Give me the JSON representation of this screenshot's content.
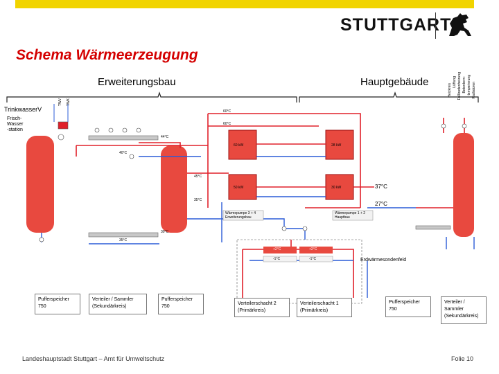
{
  "header": {
    "logo_text": "STUTTGART",
    "title": "Schema Wärmeerzeugung"
  },
  "sections": {
    "left": "Erweiterungsbau",
    "right": "Hauptgebäude"
  },
  "labels": {
    "trinkwasser": "TrinkwasserV",
    "frischwasser": [
      "Frisch-",
      "Wasser",
      "-station"
    ],
    "temp_37": "37°C",
    "temp_27": "27°C",
    "erdwaerme": "Erdwärmesondenfeld",
    "hp_left": [
      "Wärmepumpe 3 + 4",
      "Erweiterungsbau"
    ],
    "hp_right": [
      "Wärmepumpe 1 + 2",
      "Hauptbau"
    ],
    "kw_60": "60 kW",
    "kw_28": "28 kW",
    "kw_50": "50 kW",
    "kw_30": "30 kW",
    "t_60a": "60°C",
    "t_60b": "60°C",
    "t_44": "44°C",
    "t_40": "40°C",
    "t_45": "45°C",
    "t_35": "35°C",
    "t_30": "30°C",
    "t_35b": "35°C",
    "t_p2a": "+2°C",
    "t_p2b": "+2°C",
    "t_m1a": "-1°C",
    "t_m1b": "-1°C",
    "twv": "TWV",
    "twk": "TWK",
    "right_vertical": [
      "Heizkreis",
      "Lüftung",
      "Fußbodenheizung",
      "Betonkern-",
      "temperierung",
      "Radiatoren"
    ]
  },
  "legend_boxes": [
    {
      "key": "ps1",
      "lines": [
        "Pufferspeicher",
        "750"
      ]
    },
    {
      "key": "vs1",
      "lines": [
        "Verteiler / Sammler",
        "(Sekundärkreis)"
      ]
    },
    {
      "key": "ps2",
      "lines": [
        "Pufferspeicher",
        "750"
      ]
    },
    {
      "key": "vsc2",
      "lines": [
        "Verteilerschacht 2",
        "(Primärkreis)"
      ]
    },
    {
      "key": "vsc1",
      "lines": [
        "Verteilerschacht 1",
        "(Primärkreis)"
      ]
    },
    {
      "key": "ps3",
      "lines": [
        "Pufferspeicher",
        "750"
      ]
    },
    {
      "key": "vs2",
      "lines": [
        "Verteiler /",
        "Sammler",
        "(Sekundärkreis)"
      ]
    }
  ],
  "footer": {
    "left": "Landeshauptstadt Stuttgart – Amt für Umweltschutz",
    "right": "Folie 10"
  },
  "colors": {
    "accent_yellow": "#f1d400",
    "title_red": "#d40000",
    "pipe_red": "#e0202a",
    "pipe_blue": "#2a5bd7",
    "tank": "#e8493f"
  }
}
